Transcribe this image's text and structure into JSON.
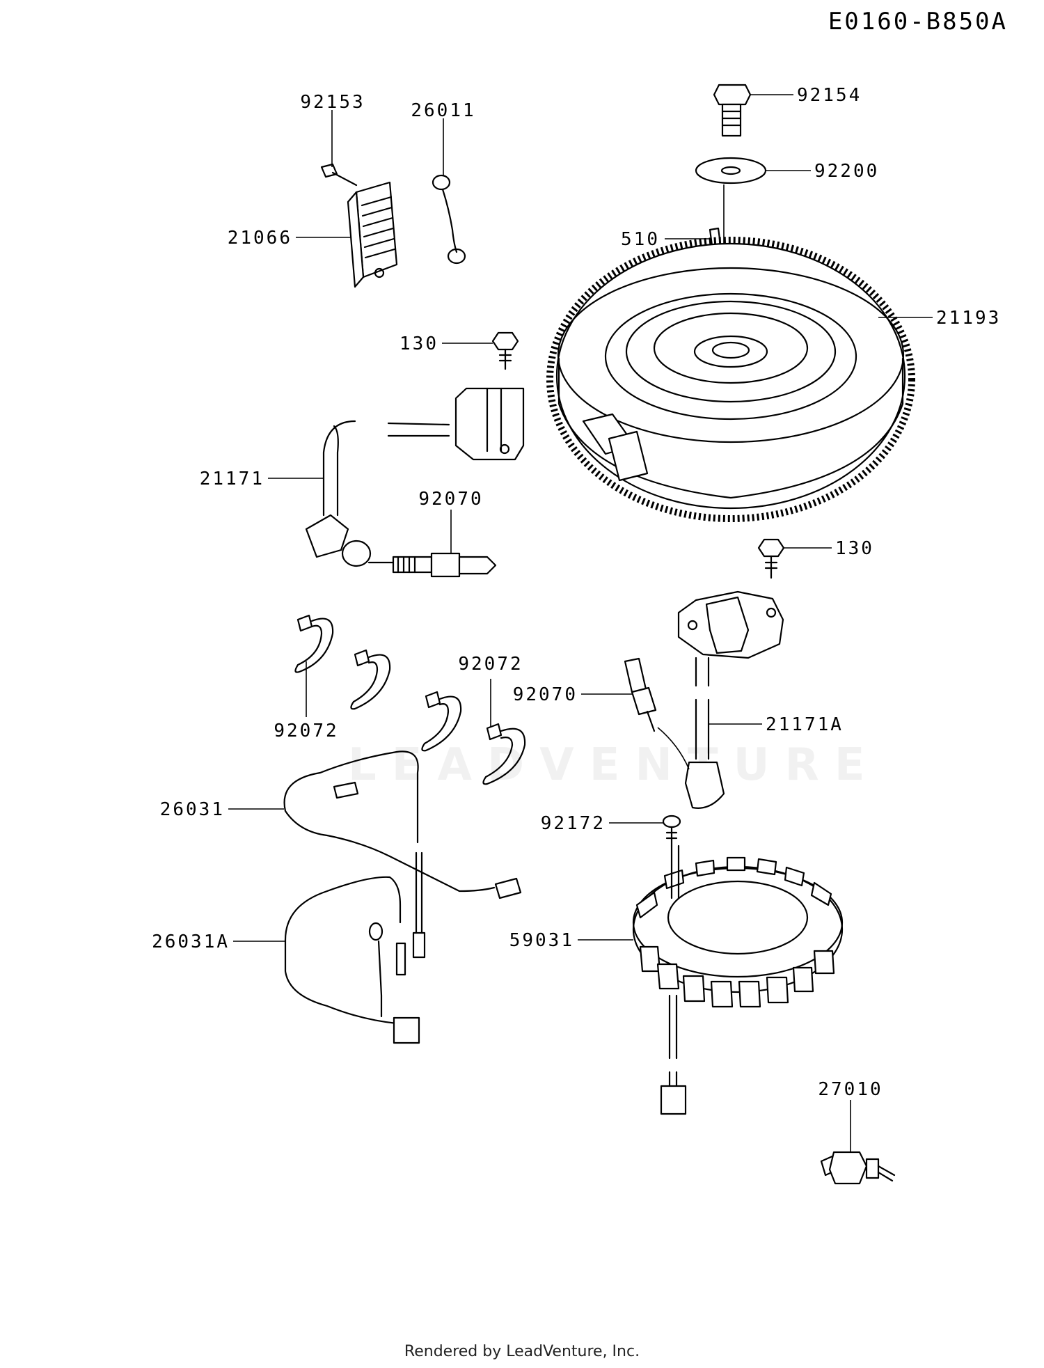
{
  "diagram_code": "E0160-B850A",
  "footer": "Rendered by LeadVenture, Inc.",
  "watermark": "LEADVENTURE",
  "parts": {
    "p92154": "92154",
    "p92200": "92200",
    "p510": "510",
    "p21193": "21193",
    "p92153": "92153",
    "p26011": "26011",
    "p21066": "21066",
    "p130_a": "130",
    "p21171": "21171",
    "p92070_a": "92070",
    "p130_b": "130",
    "p92072_a": "92072",
    "p92072_b": "92072",
    "p92070_b": "92070",
    "p21171A": "21171A",
    "p26031": "26031",
    "p92172": "92172",
    "p26031A": "26031A",
    "p59031": "59031",
    "p27010": "27010"
  }
}
